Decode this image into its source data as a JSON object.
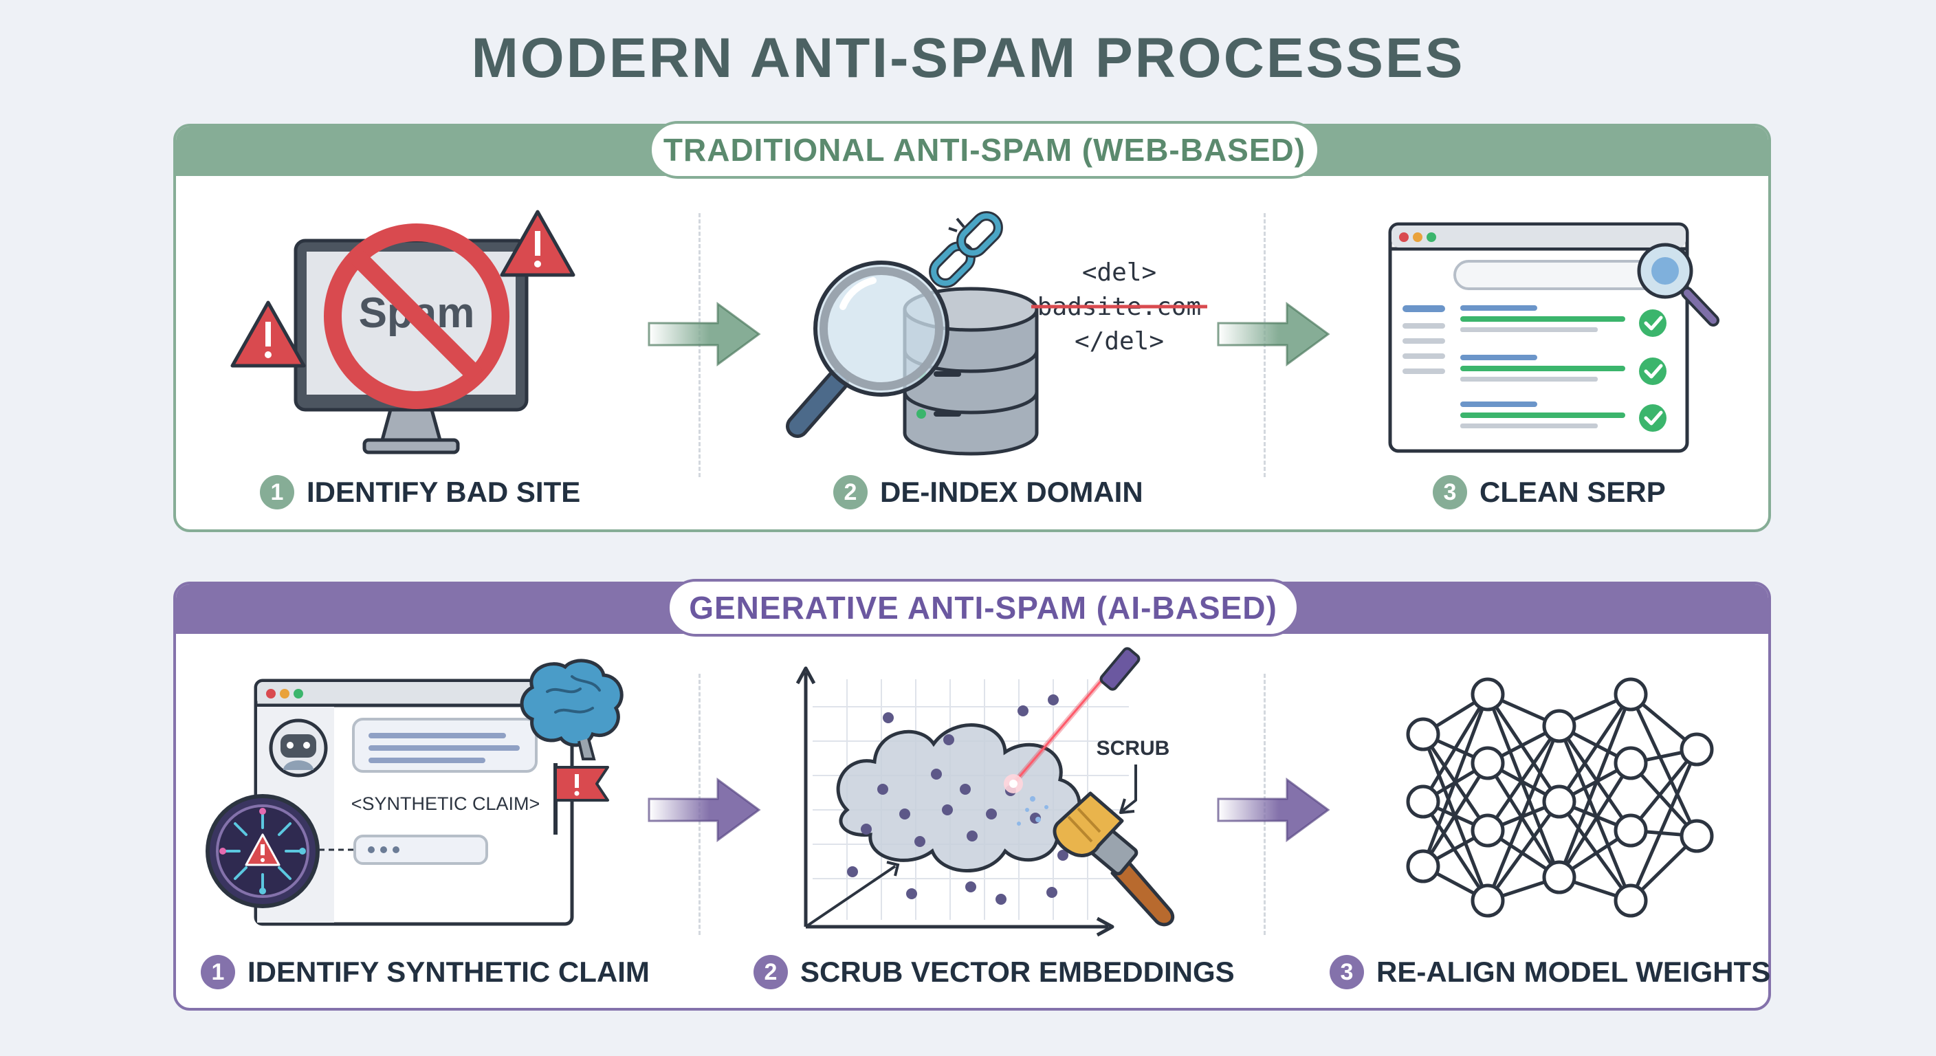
{
  "title": "MODERN ANTI-SPAM PROCESSES",
  "traditional": {
    "heading": "TRADITIONAL ANTI-SPAM (WEB-BASED)",
    "steps": [
      {
        "num": "1",
        "label": "IDENTIFY BAD SITE"
      },
      {
        "num": "2",
        "label": "DE-INDEX DOMAIN"
      },
      {
        "num": "3",
        "label": "CLEAN SERP"
      }
    ],
    "spam_text": "Spam",
    "del_open": "<del>",
    "del_domain": "badsite.com",
    "del_close": "</del>"
  },
  "generative": {
    "heading": "GENERATIVE ANTI-SPAM (AI-BASED)",
    "steps": [
      {
        "num": "1",
        "label": "IDENTIFY SYNTHETIC CLAIM"
      },
      {
        "num": "2",
        "label": "SCRUB VECTOR EMBEDDINGS"
      },
      {
        "num": "3",
        "label": "RE-ALIGN MODEL WEIGHTS"
      }
    ],
    "claim_text": "<SYNTHETIC CLAIM>",
    "scrub_text": "SCRUB"
  },
  "colors": {
    "traditional": "#86ad96",
    "generative": "#8472ab",
    "warning": "#d94a4f",
    "check": "#3bb56c"
  },
  "icons": [
    "monitor-icon",
    "no-sign-icon",
    "warning-icon",
    "magnifier-icon",
    "database-icon",
    "chain-link-icon",
    "browser-icon",
    "checkmark-icon",
    "brain-icon",
    "robot-icon",
    "flag-icon",
    "chip-icon",
    "paintbrush-icon",
    "laser-icon",
    "neural-network-icon",
    "arrow-right-icon"
  ]
}
